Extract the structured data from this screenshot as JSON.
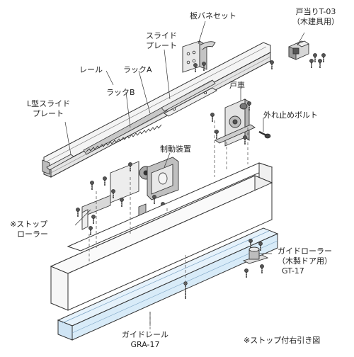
{
  "labels": {
    "leaf_spring_set": "板バネセット",
    "door_stop_line1": "戸当りT-03",
    "door_stop_line2": "（木建具用）",
    "slide_plate_line1": "スライド",
    "slide_plate_line2": "プレート",
    "rail": "レール",
    "rack_a": "ラックA",
    "rack_b": "ラックB",
    "door_wheel": "戸車",
    "l_slide_plate_line1": "L型スライド",
    "l_slide_plate_line2": "プレート",
    "anti_derail_bolt": "外れ止めボルト",
    "brake_device": "制動装置",
    "stop_roller_line1": "※ストップ",
    "stop_roller_line2": "ローラー",
    "guide_roller_line1": "ガイドローラー",
    "guide_roller_line2": "（木製ドア用）",
    "guide_roller_code": "GT-17",
    "guide_rail_line1": "ガイドレール",
    "guide_rail_code": "GRA-17",
    "footnote": "※ストップ付右引き図"
  },
  "colors": {
    "line": "#333333",
    "fill_light": "#f4f4f4",
    "fill_mid": "#d9d9d9",
    "fill_dark": "#8a8a8a",
    "guide_rail_fill": "#e6f2fb"
  }
}
